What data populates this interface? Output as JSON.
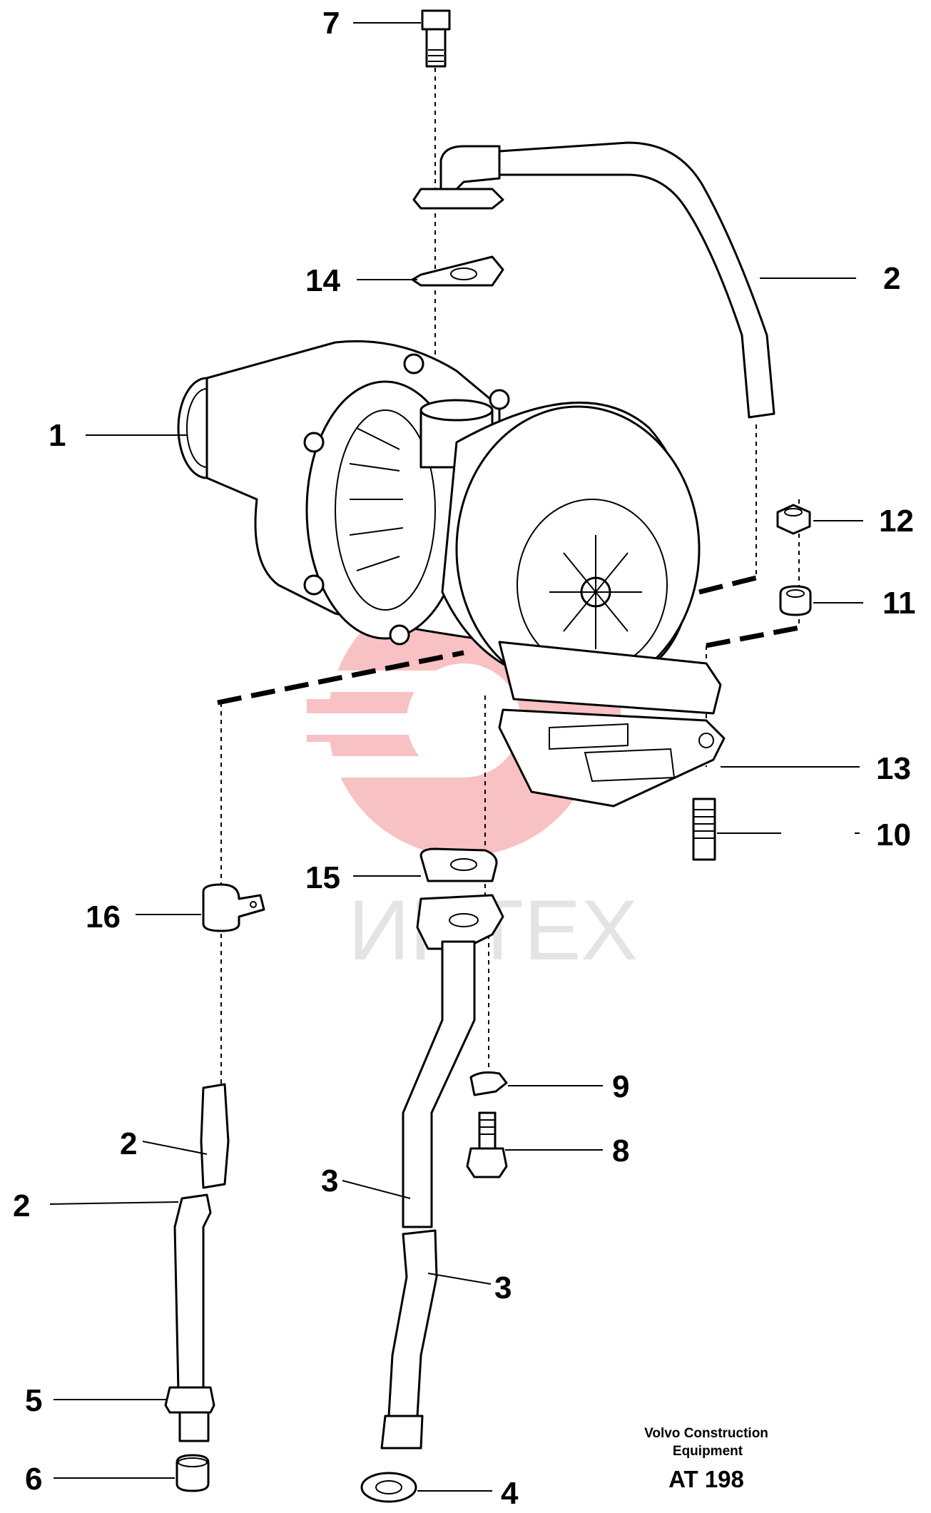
{
  "callouts": [
    {
      "id": "7",
      "text": "7"
    },
    {
      "id": "14",
      "text": "14"
    },
    {
      "id": "2a",
      "text": "2"
    },
    {
      "id": "1",
      "text": "1"
    },
    {
      "id": "12",
      "text": "12"
    },
    {
      "id": "11",
      "text": "11"
    },
    {
      "id": "13",
      "text": "13"
    },
    {
      "id": "10",
      "text": "10"
    },
    {
      "id": "15",
      "text": "15"
    },
    {
      "id": "16",
      "text": "16"
    },
    {
      "id": "9",
      "text": "9"
    },
    {
      "id": "8",
      "text": "8"
    },
    {
      "id": "2b",
      "text": "2"
    },
    {
      "id": "2c",
      "text": "2"
    },
    {
      "id": "3a",
      "text": "3"
    },
    {
      "id": "3b",
      "text": "3"
    },
    {
      "id": "5",
      "text": "5"
    },
    {
      "id": "6",
      "text": "6"
    },
    {
      "id": "4",
      "text": "4"
    }
  ],
  "credit": {
    "line1": "Volvo Construction",
    "line2": "Equipment",
    "code": "AT 198"
  },
  "watermark": {
    "text": "ИНТЕХ",
    "color": "#e8262a"
  }
}
